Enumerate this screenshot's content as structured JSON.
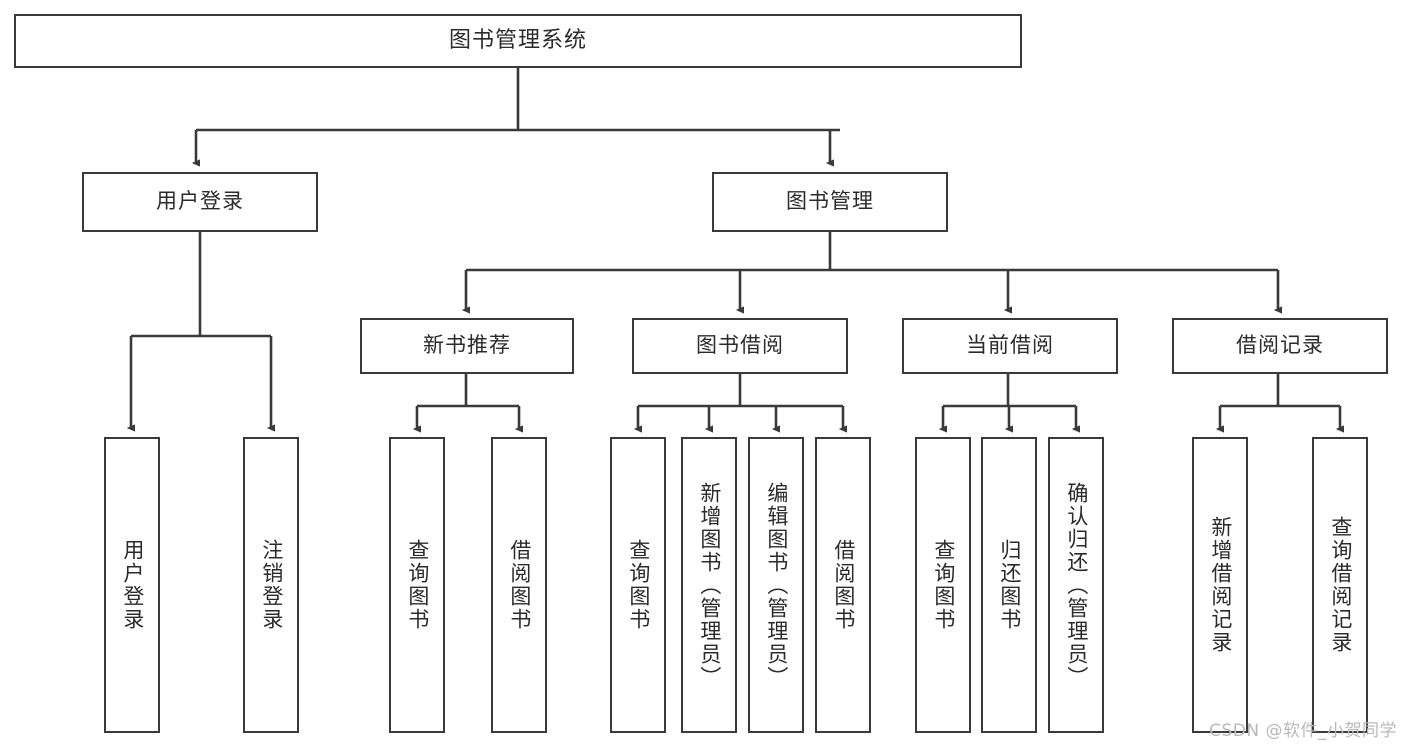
{
  "diagram": {
    "title": "图书管理系统",
    "type": "tree-hierarchy-diagram",
    "colors": {
      "box_border": "#3a3a3a",
      "box_fill": "#ffffff",
      "connector": "#3a3a3a",
      "text": "#2b2b2b",
      "watermark": "#b9b9b9"
    },
    "root": {
      "label": "图书管理系统"
    },
    "level1": [
      {
        "label": "用户登录"
      },
      {
        "label": "图书管理"
      }
    ],
    "level2": [
      {
        "label": "新书推荐"
      },
      {
        "label": "图书借阅"
      },
      {
        "label": "当前借阅"
      },
      {
        "label": "借阅记录"
      }
    ],
    "leaves": {
      "user_login": [
        {
          "label": "用户登录"
        },
        {
          "label": "注销登录"
        }
      ],
      "new_book_recommend": [
        {
          "label": "查询图书"
        },
        {
          "label": "借阅图书"
        }
      ],
      "book_borrow": [
        {
          "label": "查询图书"
        },
        {
          "label": "新增图书（管理员）"
        },
        {
          "label": "编辑图书（管理员）"
        },
        {
          "label": "借阅图书"
        }
      ],
      "current_borrow": [
        {
          "label": "查询图书"
        },
        {
          "label": "归还图书"
        },
        {
          "label": "确认归还（管理员）"
        }
      ],
      "borrow_record": [
        {
          "label": "新增借阅记录"
        },
        {
          "label": "查询借阅记录"
        }
      ]
    }
  },
  "watermark": {
    "text": "CSDN @软件_小贺同学"
  }
}
